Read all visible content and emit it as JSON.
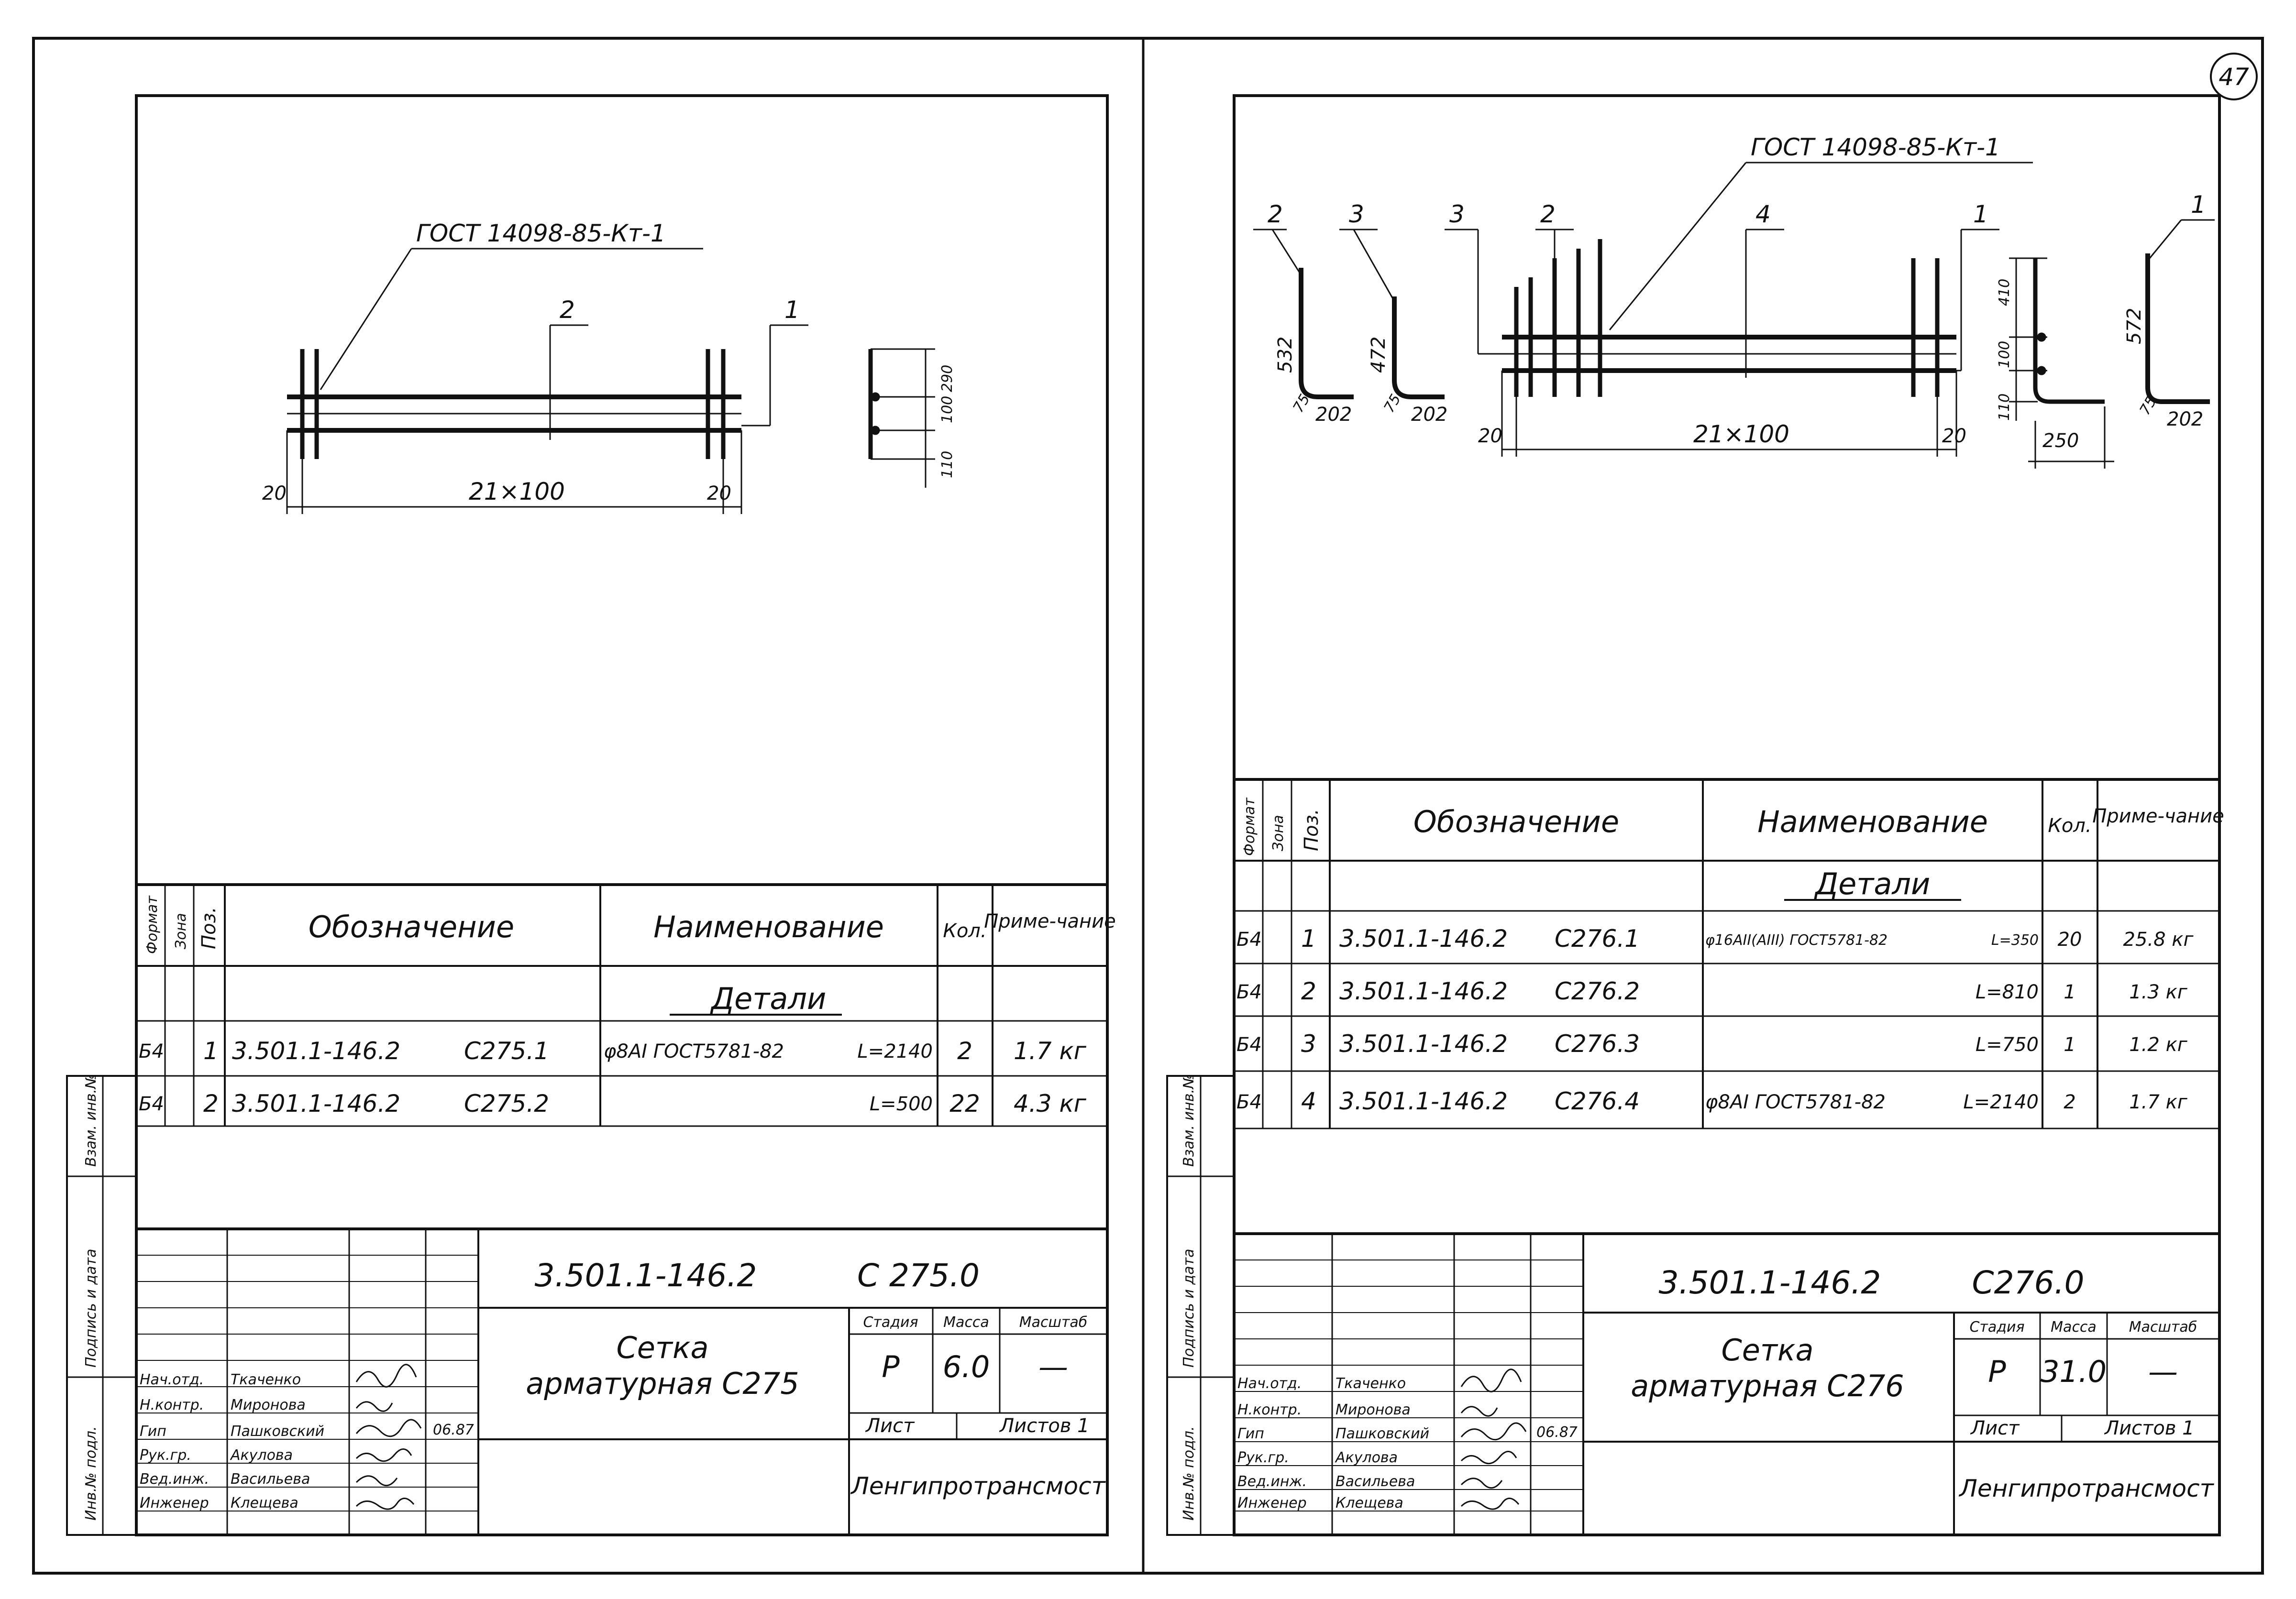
{
  "page_number": "47",
  "left_sheet": {
    "drawing": {
      "standard_note": "ГОСТ 14098-85-Кт-1",
      "callouts": [
        "2",
        "1"
      ],
      "dims": {
        "span": "21×100",
        "end_left": "20",
        "end_right": "20"
      },
      "section_dims": [
        "290",
        "100",
        "110"
      ]
    },
    "spec": {
      "headers": {
        "format": "Формат",
        "zone": "Зона",
        "pos": "Поз.",
        "designation": "Обозначение",
        "name": "Наименование",
        "qty": "Кол.",
        "note": "Приме-чание"
      },
      "section_title": "Детали",
      "rows": [
        {
          "format": "Б4",
          "pos": "1",
          "doc": "3.501.1-146.2",
          "code": "С275.1",
          "name": "φ8АI ГОСТ5781-82",
          "length": "L=2140",
          "qty": "2",
          "note": "1.7 кг"
        },
        {
          "format": "Б4",
          "pos": "2",
          "doc": "3.501.1-146.2",
          "code": "С275.2",
          "name": "",
          "length": "L=500",
          "qty": "22",
          "note": "4.3 кг"
        }
      ]
    },
    "stamp": {
      "doc_number": "3.501.1-146.2",
      "drawing_code": "С 275.0",
      "title_line1": "Сетка",
      "title_line2": "арматурная С275",
      "labels": {
        "stage": "Стадия",
        "mass": "Масса",
        "scale": "Масштаб",
        "sheet": "Лист",
        "sheets": "Листов 1"
      },
      "values": {
        "stage": "Р",
        "mass": "6.0",
        "scale": "—"
      },
      "org": "Ленгипротрансмост",
      "date": "06.87",
      "people": [
        {
          "role": "Нач.отд.",
          "name": "Ткаченко"
        },
        {
          "role": "Н.контр.",
          "name": "Миронова"
        },
        {
          "role": "Гип",
          "name": "Пашковский"
        },
        {
          "role": "Рук.гр.",
          "name": "Акулова"
        },
        {
          "role": "Вед.инж.",
          "name": "Васильева"
        },
        {
          "role": "Инженер",
          "name": "Клещева"
        }
      ]
    },
    "side_labels": [
      "Инв.№ подл.",
      "Подпись и дата",
      "Взам. инв.№"
    ]
  },
  "right_sheet": {
    "drawing": {
      "standard_note": "ГОСТ 14098-85-Кт-1",
      "callouts": [
        "2",
        "3",
        "3",
        "2",
        "4",
        "1",
        "1"
      ],
      "dims": {
        "span": "21×100",
        "end_left": "20",
        "end_right": "20"
      },
      "bent_left": {
        "h1": "532",
        "h2": "472",
        "r": "75",
        "w": "202"
      },
      "section_dims": [
        "410",
        "100",
        "110",
        "250"
      ],
      "bent_right": {
        "h": "572",
        "r": "75",
        "w": "202"
      }
    },
    "spec": {
      "headers": {
        "format": "Формат",
        "zone": "Зона",
        "pos": "Поз.",
        "designation": "Обозначение",
        "name": "Наименование",
        "qty": "Кол.",
        "note": "Приме-чание"
      },
      "section_title": "Детали",
      "rows": [
        {
          "format": "Б4",
          "pos": "1",
          "doc": "3.501.1-146.2",
          "code": "С276.1",
          "name": "φ16АII(АIII) ГОСТ5781-82",
          "length": "L=350",
          "qty": "20",
          "note": "25.8 кг"
        },
        {
          "format": "Б4",
          "pos": "2",
          "doc": "3.501.1-146.2",
          "code": "С276.2",
          "name": "",
          "length": "L=810",
          "qty": "1",
          "note": "1.3 кг"
        },
        {
          "format": "Б4",
          "pos": "3",
          "doc": "3.501.1-146.2",
          "code": "С276.3",
          "name": "",
          "length": "L=750",
          "qty": "1",
          "note": "1.2 кг"
        },
        {
          "format": "Б4",
          "pos": "4",
          "doc": "3.501.1-146.2",
          "code": "С276.4",
          "name": "φ8АI ГОСТ5781-82",
          "length": "L=2140",
          "qty": "2",
          "note": "1.7 кг"
        }
      ]
    },
    "stamp": {
      "doc_number": "3.501.1-146.2",
      "drawing_code": "С276.0",
      "title_line1": "Сетка",
      "title_line2": "арматурная С276",
      "labels": {
        "stage": "Стадия",
        "mass": "Масса",
        "scale": "Масштаб",
        "sheet": "Лист",
        "sheets": "Листов 1"
      },
      "values": {
        "stage": "Р",
        "mass": "31.0",
        "scale": "—"
      },
      "org": "Ленгипротрансмост",
      "date": "06.87",
      "people": [
        {
          "role": "Нач.отд.",
          "name": "Ткаченко"
        },
        {
          "role": "Н.контр.",
          "name": "Миронова"
        },
        {
          "role": "Гип",
          "name": "Пашковский"
        },
        {
          "role": "Рук.гр.",
          "name": "Акулова"
        },
        {
          "role": "Вед.инж.",
          "name": "Васильева"
        },
        {
          "role": "Инженер",
          "name": "Клещева"
        }
      ]
    },
    "side_labels": [
      "Инв.№ подл.",
      "Подпись и дата",
      "Взам. инв.№"
    ]
  }
}
